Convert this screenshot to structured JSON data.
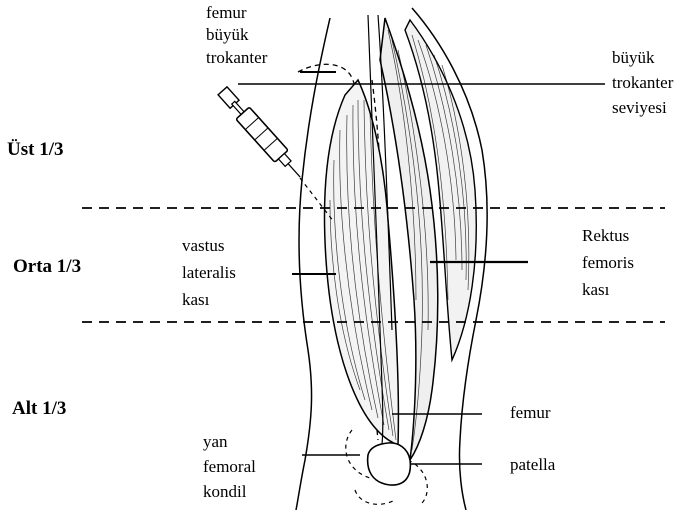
{
  "zones": {
    "upper": "Üst 1/3",
    "middle": "Orta 1/3",
    "lower": "Alt 1/3"
  },
  "labels": {
    "femur_trochanter": [
      "femur",
      "büyük",
      "trokanter"
    ],
    "trochanter_level": [
      "büyük",
      "trokanter",
      "seviyesi"
    ],
    "vastus_lateralis": [
      "vastus",
      "lateralis",
      "kası"
    ],
    "rectus_femoris": [
      "Rektus",
      "femoris",
      "kası"
    ],
    "femur": "femur",
    "lateral_condyle": [
      "yan",
      "femoral",
      "kondil"
    ],
    "patella": "patella"
  },
  "colors": {
    "ink": "#000000",
    "background": "#ffffff"
  },
  "icons": {
    "syringe": "syringe-icon",
    "thigh": "thigh-anatomy-drawing"
  }
}
